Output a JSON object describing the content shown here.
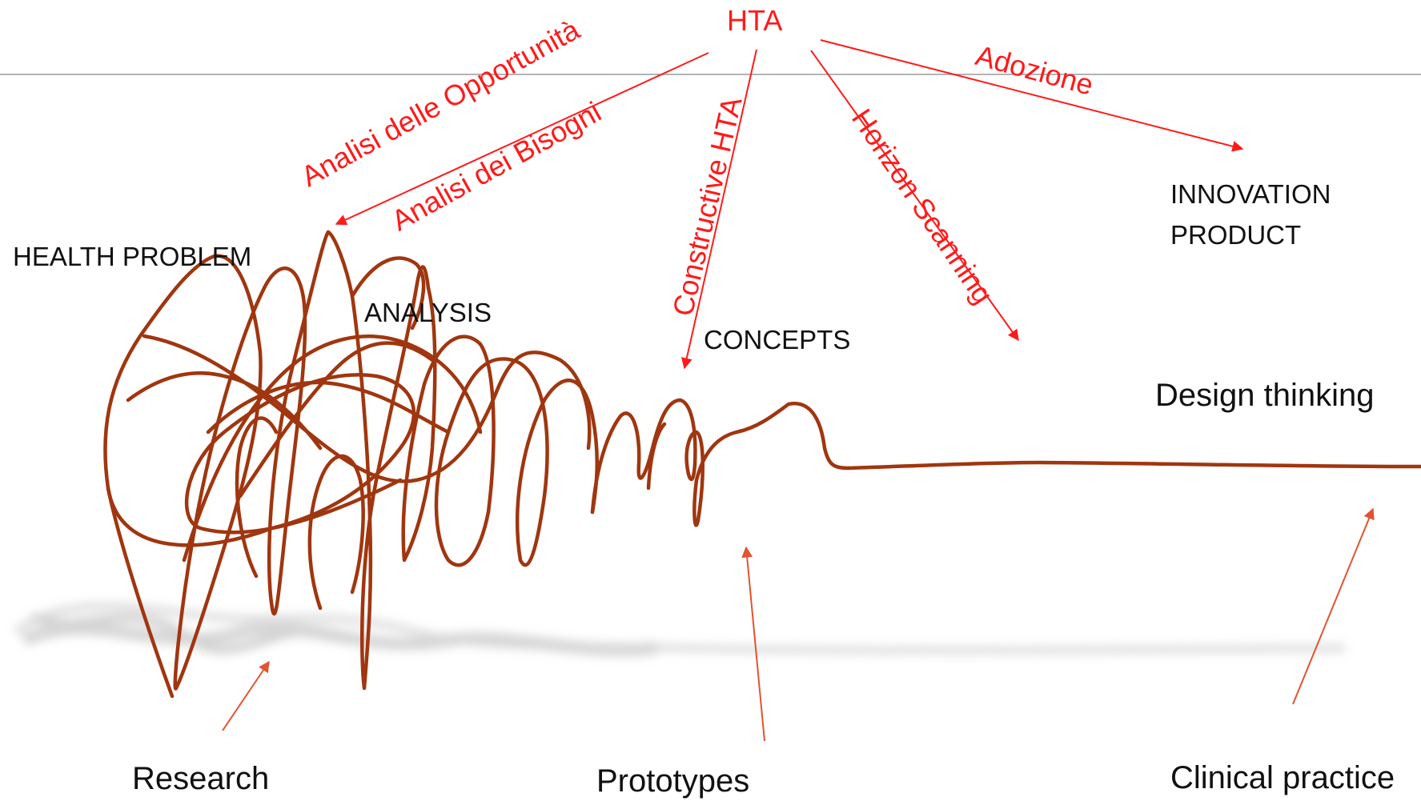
{
  "top_label": "HTA",
  "hta_branches": {
    "opportunity_analysis": "Analisi delle Opportunità",
    "needs_analysis": "Analisi dei Bisogni",
    "constructive": "Constructive HTA",
    "horizon_scanning": "Horizon Scanning",
    "adoption": "Adozione"
  },
  "stages": {
    "health_problem": "HEALTH PROBLEM",
    "analysis": "ANALYSIS",
    "concepts": "CONCEPTS",
    "innovation_product_line1": "INNOVATION",
    "innovation_product_line2": "PRODUCT",
    "design_thinking": "Design thinking"
  },
  "phases": {
    "research": "Research",
    "prototypes": "Prototypes",
    "clinical_practice": "Clinical practice"
  },
  "colors": {
    "scribble": "#a0360f",
    "hta_red": "#ff1a1a",
    "phase_arrow": "#e2532e",
    "divider": "#9a9a9a",
    "shadow": "#bdbdbd",
    "text": "#111111"
  }
}
